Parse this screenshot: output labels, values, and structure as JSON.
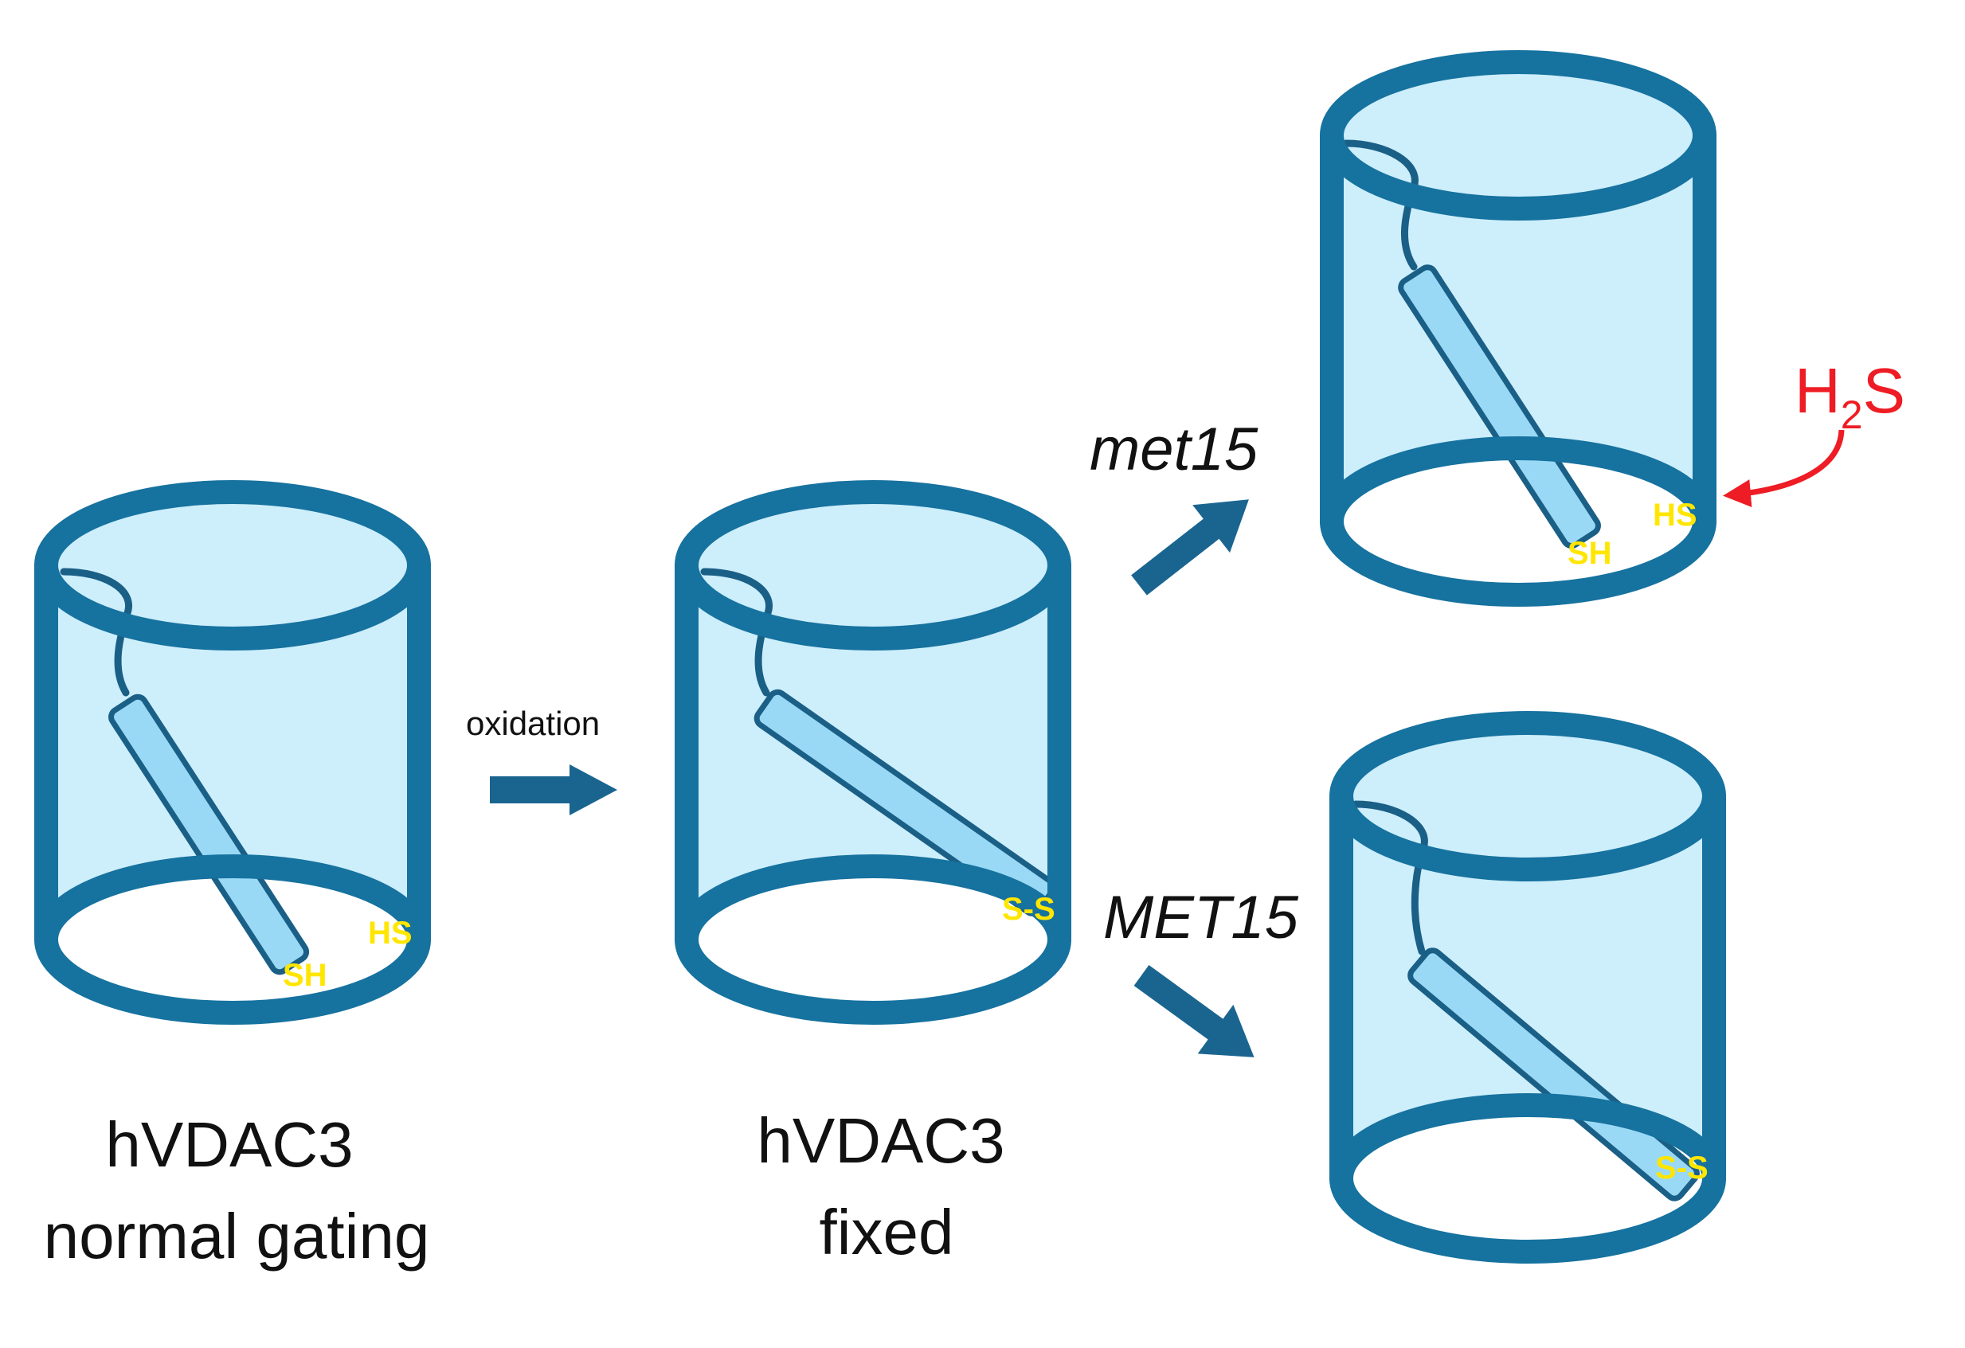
{
  "colors": {
    "barrel_outline": "#16729f",
    "barrel_fill": "#cdeefb",
    "helix_fill": "#9ad9f5",
    "helix_outline": "#1a5f86",
    "arrow": "#1a6590",
    "thiol_label": "#ffe600",
    "h2s": "#ee1c24"
  },
  "channels": [
    {
      "id": "normal",
      "helix_end_label": "SH",
      "wall_label": "HS"
    },
    {
      "id": "fixed",
      "bond_label": "S-S"
    },
    {
      "id": "met15-lower",
      "helix_end_label": "SH",
      "wall_label": "HS"
    },
    {
      "id": "MET15-upper",
      "bond_label": "S-S"
    }
  ],
  "captions": {
    "normal_line1": "hVDAC3",
    "normal_line2": "normal gating",
    "fixed_line1": "hVDAC3",
    "fixed_line2": "fixed"
  },
  "arrows": {
    "oxidation_label": "oxidation",
    "met15_lowercase": "met15",
    "met15_uppercase": "MET15"
  },
  "h2s": {
    "main": "H",
    "subscript": "2",
    "tail": "S"
  }
}
